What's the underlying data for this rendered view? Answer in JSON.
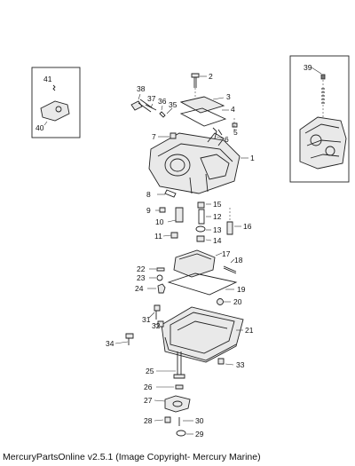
{
  "footer": {
    "text": "MercuryPartsOnline v2.5.1 (Image Copyright- Mercury Marine)"
  },
  "callouts": {
    "c1": "1",
    "c2": "2",
    "c3": "3",
    "c4": "4",
    "c5": "5",
    "c6": "6",
    "c7": "7",
    "c8": "8",
    "c9": "9",
    "c10": "10",
    "c11": "11",
    "c12": "12",
    "c13": "13",
    "c14": "14",
    "c15": "15",
    "c16": "16",
    "c17": "17",
    "c18": "18",
    "c19": "19",
    "c20": "20",
    "c21": "21",
    "c22": "22",
    "c23": "23",
    "c24": "24",
    "c25": "25",
    "c26": "26",
    "c27": "27",
    "c28": "28",
    "c29": "29",
    "c30": "30",
    "c31": "31",
    "c32": "32",
    "c33": "33",
    "c34": "34",
    "c35": "35",
    "c36": "36",
    "c37": "37",
    "c38": "38",
    "c39": "39",
    "c40": "40",
    "c41": "41"
  }
}
